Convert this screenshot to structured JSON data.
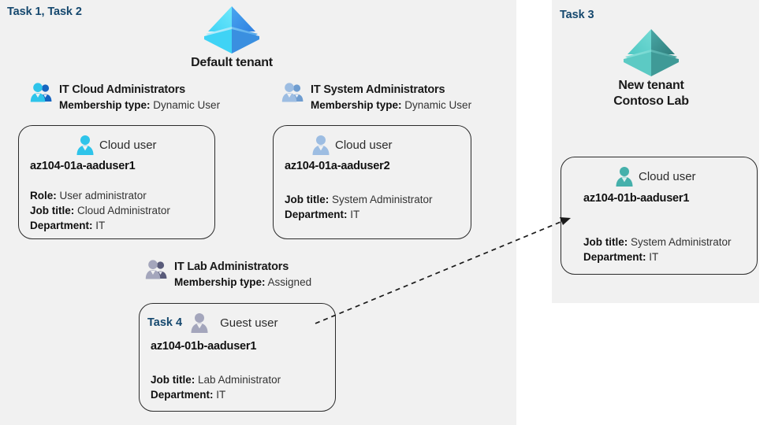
{
  "meta": {
    "title": "Azure AD tenants, groups and users lab diagram",
    "colors": {
      "panel_background": "#f1f1f1",
      "task_label": "#15486e",
      "card_border": "#2b2b2b",
      "tenant_blue": "#32bcf0",
      "tenant_teal": "#4fb3b0",
      "connector": "#1a1a1a"
    }
  },
  "left_panel": {
    "task_label": "Task 1, Task 2",
    "tenant": {
      "name": "Default tenant",
      "icon": "azure-tenant-icon"
    },
    "groups": [
      {
        "icon": "group-users-icon",
        "title": "IT Cloud Administrators",
        "meta_label": "Membership type:",
        "meta_value": "Dynamic User"
      },
      {
        "icon": "group-users-icon",
        "title": "IT System Administrators",
        "meta_label": "Membership type:",
        "meta_value": "Dynamic User"
      },
      {
        "icon": "group-users-icon",
        "title": "IT Lab Administrators",
        "meta_label": "Membership type:",
        "meta_value": "Assigned"
      }
    ],
    "cards": [
      {
        "task_inline": "",
        "icon": "cloud-user-icon",
        "user_type": "Cloud user",
        "name": "az104-01a-aaduser1",
        "props": [
          {
            "label": "Role:",
            "value": "User administrator"
          },
          {
            "label": "Job title:",
            "value": "Cloud Administrator"
          },
          {
            "label": "Department:",
            "value": "IT"
          }
        ]
      },
      {
        "task_inline": "",
        "icon": "cloud-user-icon",
        "user_type": "Cloud user",
        "name": "az104-01a-aaduser2",
        "props": [
          {
            "label": "Job title:",
            "value": "System Administrator"
          },
          {
            "label": "Department:",
            "value": "IT"
          }
        ]
      },
      {
        "task_inline": "Task 4",
        "icon": "guest-user-icon",
        "user_type": "Guest user",
        "name": "az104-01b-aaduser1",
        "props": [
          {
            "label": "Job title:",
            "value": "Lab Administrator"
          },
          {
            "label": "Department:",
            "value": "IT"
          }
        ]
      }
    ]
  },
  "right_panel": {
    "task_label": "Task 3",
    "tenant": {
      "line1": "New  tenant",
      "line2": "Contoso Lab",
      "icon": "azure-tenant-icon"
    },
    "card": {
      "icon": "cloud-user-icon",
      "user_type": "Cloud user",
      "name": "az104-01b-aaduser1",
      "props": [
        {
          "label": "Job title:",
          "value": "System Administrator"
        },
        {
          "label": "Department:",
          "value": "IT"
        }
      ]
    }
  },
  "connector": {
    "style": "dashed-arrow",
    "from": "guest-user-card",
    "to": "new-tenant-cloud-user-card"
  }
}
